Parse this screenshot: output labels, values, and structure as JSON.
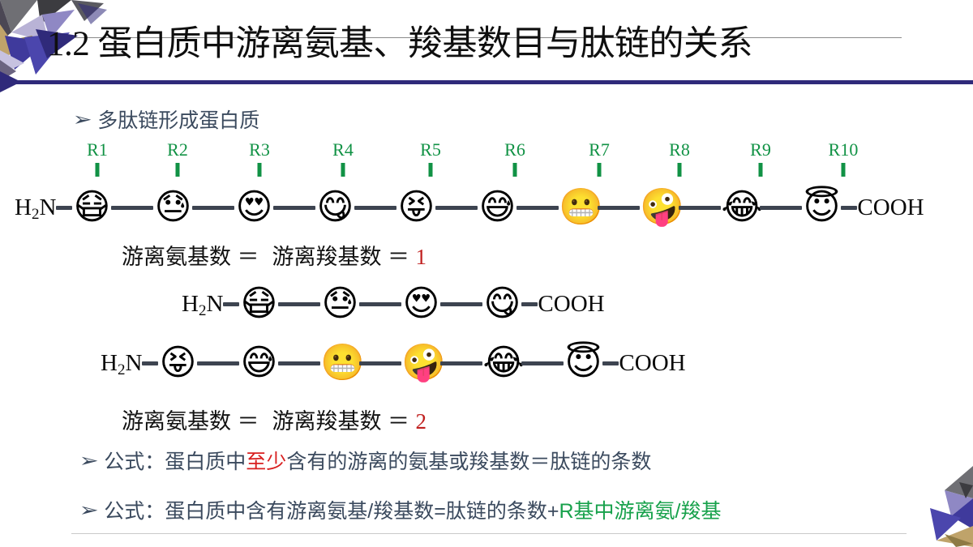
{
  "slide": {
    "title": "1.2 蛋白质中游离氨基、羧基数目与肽链的关系",
    "accent_color": "#2f2a7a",
    "red_color": "#d81f1f",
    "green_color": "#17a14b",
    "bullet_text_color": "#3b4a5e"
  },
  "bullets": {
    "intro": {
      "marker": "➢",
      "text": "多肽链形成蛋白质"
    },
    "formula1": {
      "marker": "➢",
      "prefix": "公式：蛋白质中",
      "highlight": "至少",
      "suffix": "含有的游离的氨基或羧基数＝肽链的条数"
    },
    "formula2": {
      "marker": "➢",
      "prefix": "公式：蛋白质中含有游离氨基/羧基数=肽链的条数+",
      "highlight_green": "R基中游离氨/羧基"
    }
  },
  "r_labels": [
    "R1",
    "R2",
    "R3",
    "R4",
    "R5",
    "R6",
    "R7",
    "R8",
    "R9",
    "R10"
  ],
  "chains": {
    "chain_full": {
      "start_label": "H",
      "start_sub": "2",
      "start_label_rest": "N",
      "end_label": "COOH",
      "residues": [
        {
          "icon": "mask-face-emoji",
          "glyph": "😷"
        },
        {
          "icon": "downcast-sweat-face-emoji",
          "glyph": "😓"
        },
        {
          "icon": "heart-eyes-face-emoji",
          "glyph": "😍"
        },
        {
          "icon": "yum-face-emoji",
          "glyph": "😋"
        },
        {
          "icon": "squinting-tongue-face-emoji",
          "glyph": "😝"
        },
        {
          "icon": "sweat-grin-face-emoji",
          "glyph": "😅"
        },
        {
          "icon": "grimacing-face-emoji",
          "glyph": "😬"
        },
        {
          "icon": "zany-face-emoji",
          "glyph": "🤪"
        },
        {
          "icon": "tears-of-joy-face-emoji",
          "glyph": "😂"
        },
        {
          "icon": "halo-face-emoji",
          "glyph": "😇"
        }
      ]
    },
    "chain_a": {
      "start_label": "H",
      "start_sub": "2",
      "start_label_rest": "N",
      "end_label": "COOH",
      "residues": [
        {
          "icon": "mask-face-emoji",
          "glyph": "😷"
        },
        {
          "icon": "downcast-sweat-face-emoji",
          "glyph": "😓"
        },
        {
          "icon": "heart-eyes-face-emoji",
          "glyph": "😍"
        },
        {
          "icon": "yum-face-emoji",
          "glyph": "😋"
        }
      ]
    },
    "chain_b": {
      "start_label": "H",
      "start_sub": "2",
      "start_label_rest": "N",
      "end_label": "COOH",
      "residues": [
        {
          "icon": "squinting-tongue-face-emoji",
          "glyph": "😝"
        },
        {
          "icon": "sweat-grin-face-emoji",
          "glyph": "😅"
        },
        {
          "icon": "grimacing-face-emoji",
          "glyph": "😬"
        },
        {
          "icon": "zany-face-emoji",
          "glyph": "🤪"
        },
        {
          "icon": "tears-of-joy-face-emoji",
          "glyph": "😂"
        },
        {
          "icon": "halo-face-emoji",
          "glyph": "😇"
        }
      ]
    }
  },
  "equations": {
    "eq1": {
      "left": "游离氨基数 ＝",
      "right": "游离羧基数 ＝",
      "value": "1"
    },
    "eq2": {
      "left": "游离氨基数 ＝",
      "right": "游离羧基数 ＝",
      "value": "2"
    }
  }
}
